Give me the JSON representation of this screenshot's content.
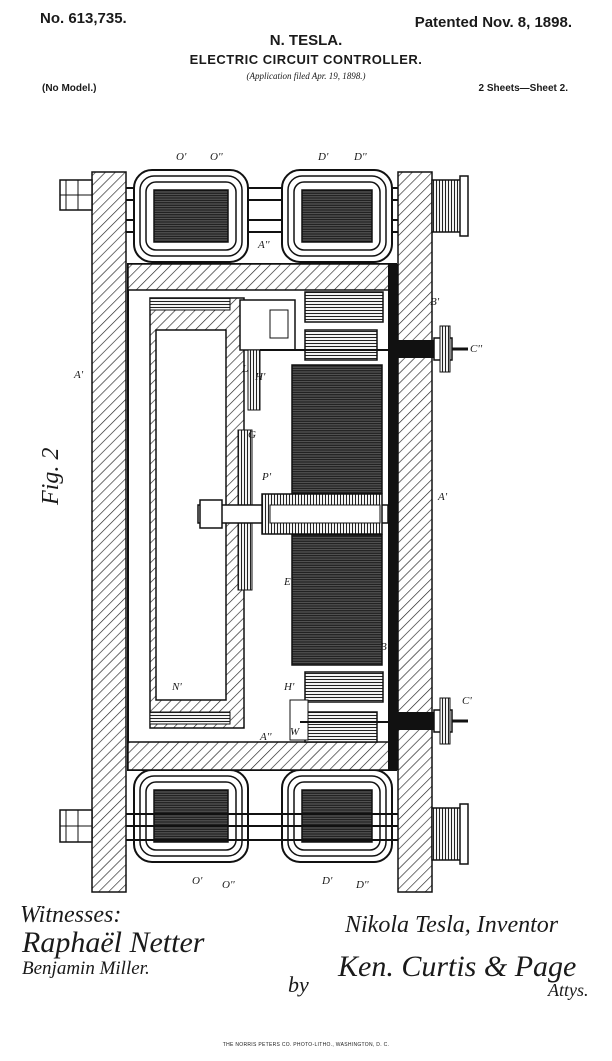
{
  "header": {
    "patent_number": "No. 613,735.",
    "patent_date": "Patented Nov. 8, 1898.",
    "inventor_name": "N. TESLA.",
    "title": "ELECTRIC CIRCUIT CONTROLLER.",
    "application": "(Application filed Apr. 19, 1898.)",
    "model": "(No Model.)",
    "sheets": "2 Sheets—Sheet 2."
  },
  "figure": {
    "label": "Fig. 2",
    "reference_labels": {
      "O1_top": "O'",
      "O2_top": "O''",
      "D1_top": "D'",
      "D2_top": "D''",
      "A2_top": "A''",
      "A1_left": "A'",
      "B1_top": "B'",
      "C2": "C''",
      "H1": "H'",
      "L": "L",
      "G": "G",
      "P1": "P'",
      "A1_right": "A'",
      "E1": "E'",
      "B1_bottom": "B'",
      "N1": "N'",
      "H1_bottom": "H'",
      "W": "W",
      "A2_bottom": "A''",
      "C1": "C'",
      "O1_bottom": "O'",
      "O2_bottom": "O''",
      "D1_bottom": "D'",
      "D2_bottom": "D''"
    }
  },
  "signatures": {
    "witnesses_label": "Witnesses:",
    "witness_1": "Raphaël Netter",
    "witness_2": "Benjamin Miller.",
    "inventor": "Nikola Tesla, Inventor",
    "by": "by",
    "attorneys": "Ken. Curtis & Page",
    "attys": "Attys."
  },
  "footer": {
    "printer": "THE NORRIS PETERS CO. PHOTO-LITHO., WASHINGTON, D. C."
  }
}
